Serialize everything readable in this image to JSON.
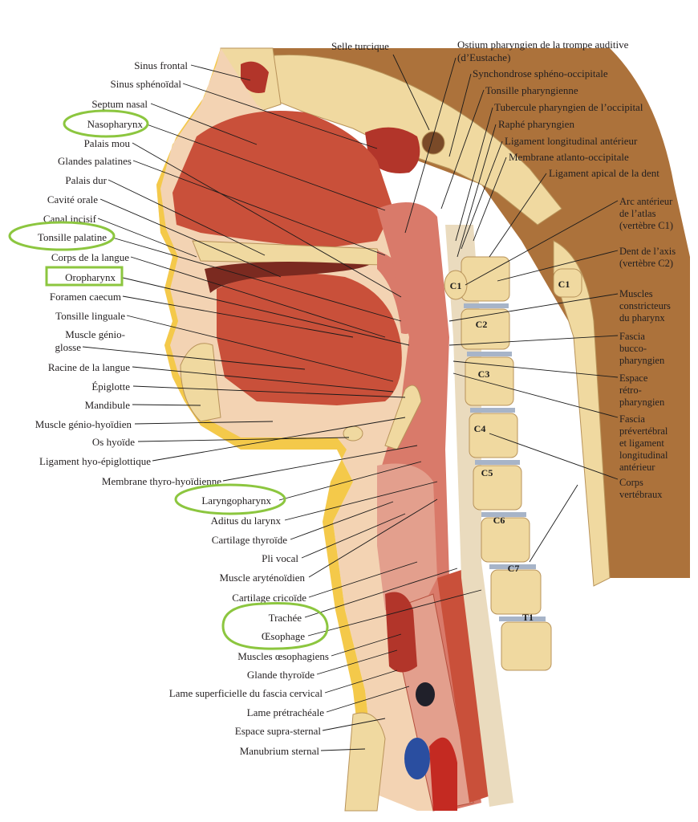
{
  "labels_left": [
    "Sinus frontal",
    "Sinus sphénoïdal",
    "Septum nasal",
    "Nasopharynx",
    "Palais mou",
    "Glandes palatines",
    "Palais dur",
    "Cavité orale",
    "Canal incisif",
    "Tonsille palatine",
    "Corps de la langue",
    "Oropharynx",
    "Foramen caecum",
    "Tonsille linguale",
    "Muscle génio-",
    "glosse",
    "Racine de la langue",
    "Épiglotte",
    "Mandibule",
    "Muscle génio-hyoïdien",
    "Os hyoïde",
    "Ligament hyo-épiglottique",
    "Membrane thyro-hyoïdienne",
    "Laryngopharynx",
    "Aditus du larynx",
    "Cartilage thyroïde",
    "Pli vocal",
    "Muscle aryténoïdien",
    "Cartilage cricoïde",
    "Trachée",
    "Œsophage",
    "Muscles œsophagiens",
    "Glande thyroïde",
    "Lame superficielle du fascia cervical",
    "Lame prétrachéale",
    "Espace supra-sternal",
    "Manubrium sternal"
  ],
  "labels_top": {
    "selle": "Selle turcique",
    "ostium_1": "Ostium pharyngien de la trompe auditive",
    "ostium_2": "(d’Eustache)",
    "synchondrose": "Synchondrose sphéno-occipitale",
    "tonsille_phar": "Tonsille pharyngienne",
    "tubercule": "Tubercule pharyngien de l’occipital",
    "raphe": "Raphé pharyngien",
    "ligament_long": "Ligament longitudinal antérieur",
    "membrane_ao": "Membrane atlanto-occipitale",
    "ligament_apical": "Ligament apical de la dent"
  },
  "labels_right": [
    "Arc antérieur",
    "de l’atlas",
    "(vertèbre C1)",
    "Dent de l’axis",
    "(vertèbre C2)",
    "Muscles",
    "constricteurs",
    "du pharynx",
    "Fascia",
    "bucco-",
    "pharyngien",
    "Espace",
    "rétro-",
    "pharyngien",
    "Fascia",
    "prévertébral",
    "et ligament",
    "longitudinal",
    "antérieur",
    "Corps",
    "vertébraux"
  ],
  "vertebrae": [
    "C1",
    "C1",
    "C2",
    "C3",
    "C4",
    "C5",
    "C6",
    "C7",
    "T1"
  ],
  "highlight_color": "#8cc63f",
  "colors": {
    "muscle": "#c9503a",
    "mucosa": "#d97a6a",
    "bone": "#f0d9a0",
    "fat": "#f4c94a",
    "skin": "#f3d3b3",
    "brain_bg": "#a86a30"
  }
}
